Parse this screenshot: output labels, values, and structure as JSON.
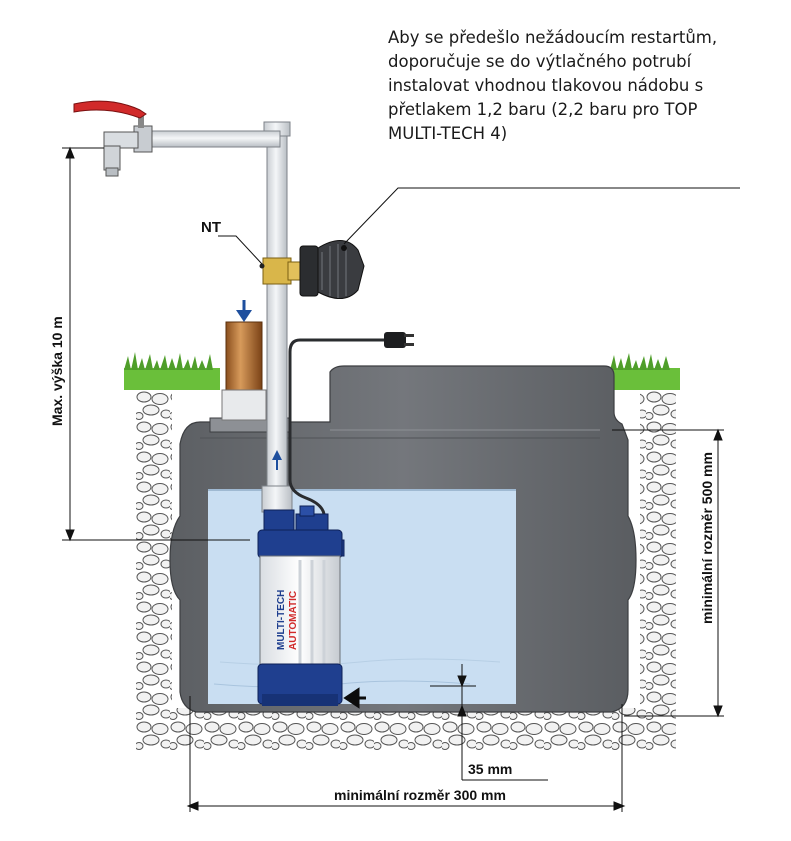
{
  "note": {
    "lines": [
      "Aby se předešlo nežádoucím restartům,",
      "doporučuje se do výtlačného potrubí",
      "instalovat vhodnou tlakovou nádobu  s",
      "přetlakem 1,2 baru (2,2 baru pro TOP",
      "MULTI-TECH 4)"
    ]
  },
  "labels": {
    "nt": "NT",
    "max_height": "Max. výška 10 m",
    "min_size_500": "minimální rozměr 500 mm",
    "min_size_300": "minimální rozměr 300 mm",
    "dim_35": "35 mm"
  },
  "pump": {
    "brand_line1": "MULTI-TECH",
    "brand_line2": "AUTOMATIC"
  },
  "colors": {
    "tank": "#6b6e72",
    "water": "#c9def2",
    "pump_blue": "#1f3f8f",
    "grass": "#6abf3a",
    "pipe": "#e6e9ec",
    "valve": "#d12a2a",
    "brass": "#d9b64a",
    "arrow_blue": "#1e4f9e"
  }
}
